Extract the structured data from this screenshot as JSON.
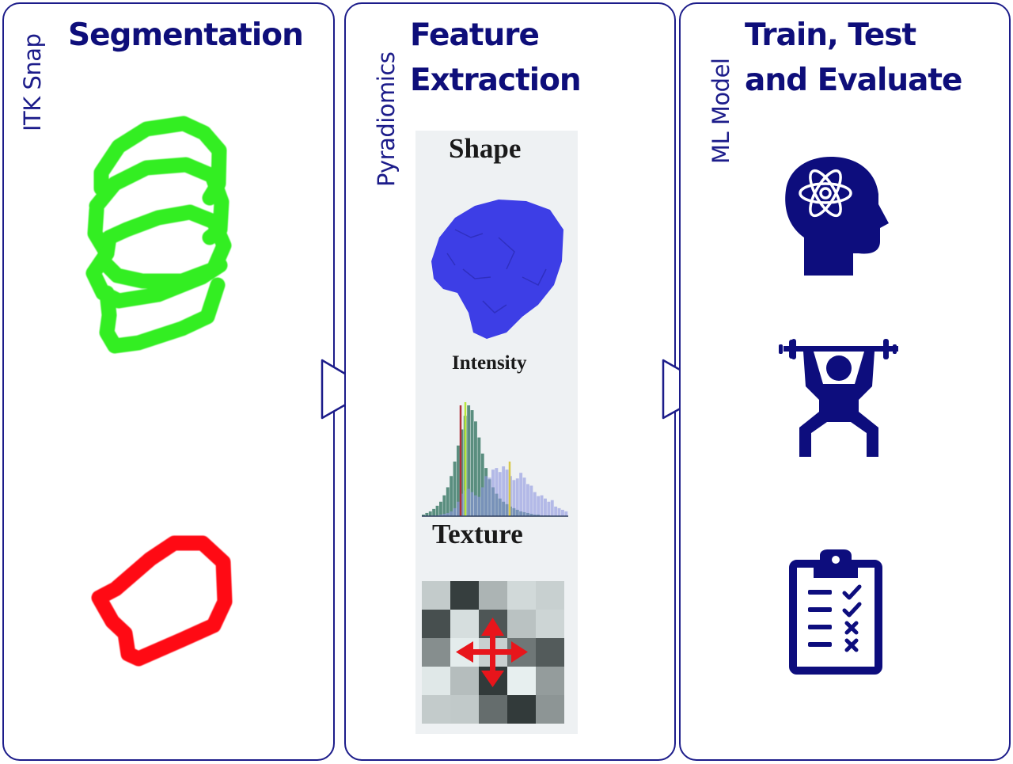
{
  "colors": {
    "border": "#1c1c8a",
    "title": "#0e0e7a",
    "segmentation_green": "#33ee22",
    "segmentation_red": "#ff0a14",
    "shape_blue": "#3d3ee6",
    "arrow_red": "#e8151b",
    "icon_navy": "#0d0d7d"
  },
  "steps": [
    {
      "tool": "ITK Snap",
      "title": "Segmentation"
    },
    {
      "tool": "Pyradiomics",
      "title_line1": "Feature",
      "title_line2": "Extraction",
      "features": [
        "Shape",
        "Intensity",
        "Texture"
      ]
    },
    {
      "tool": "ML Model",
      "title_line1": "Train, Test",
      "title_line2": "and Evaluate",
      "icons": [
        "brain-atom-head-icon",
        "weightlifter-icon",
        "clipboard-checklist-icon"
      ]
    }
  ],
  "texture_grid": [
    [
      0.78,
      0.18,
      0.68,
      0.84,
      0.8
    ],
    [
      0.25,
      0.86,
      0.28,
      0.74,
      0.82
    ],
    [
      0.52,
      0.92,
      0.8,
      0.42,
      0.3
    ],
    [
      0.9,
      0.72,
      0.16,
      0.93,
      0.58
    ],
    [
      0.78,
      0.77,
      0.38,
      0.16,
      0.55
    ]
  ]
}
